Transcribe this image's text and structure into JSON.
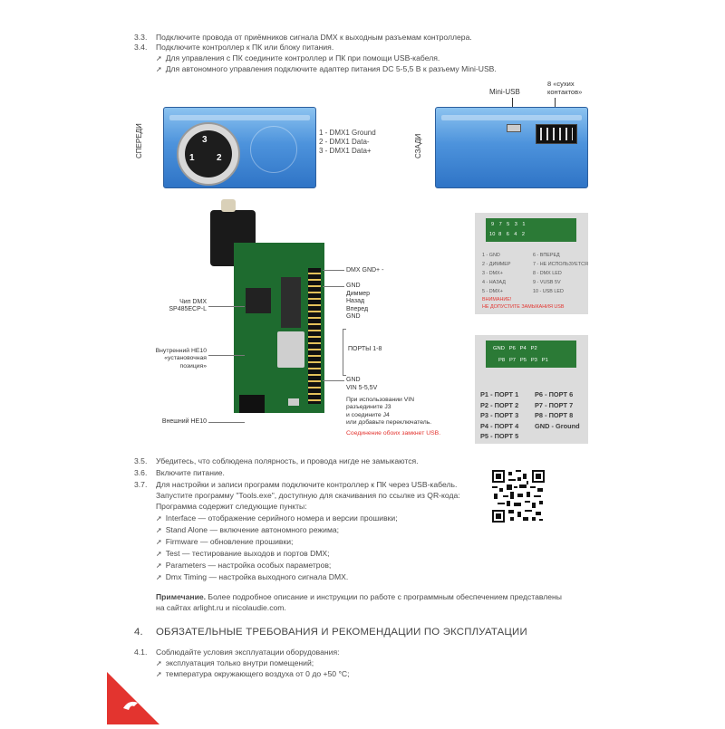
{
  "steps_top": [
    {
      "num": "3.3.",
      "text": "Подключите провода от приёмников сигнала DMX к выходным разъемам контроллера."
    },
    {
      "num": "3.4.",
      "text": "Подключите контроллер к ПК или блоку питания."
    }
  ],
  "bullets_top": [
    "Для управления с ПК соедините контроллер и ПК при помощи USB-кабеля.",
    "Для автономного управления подключите адаптер питания DC 5-5,5 В к разъему Mini-USB."
  ],
  "front": {
    "side_label": "СПЕРЕДИ",
    "pins": [
      "3",
      "1",
      "2"
    ],
    "legend": [
      "1 - DMX1 Ground",
      "2 - DMX1 Data-",
      "3 - DMX1 Data+"
    ]
  },
  "back": {
    "side_label": "СЗАДИ",
    "mini_usb_label": "Mini-USB",
    "dry_label_1": "8 «сухих",
    "dry_label_2": "контактов»"
  },
  "board_labels": {
    "left": [
      "Чип DMX",
      "SP485ECP-L",
      "Внутренний HE10",
      "«установочная",
      "позиция»",
      "Внешний HE10"
    ],
    "right": [
      "DMX GND+ -",
      "GND",
      "Диммер",
      "Назад",
      "Вперед",
      "GND",
      "ПОРТЫ 1-8",
      "GND",
      "VIN 5-5,5V"
    ],
    "note": [
      "При использовании VIN",
      "разъедините J3",
      "и соедините J4",
      "или добавьте переключатель."
    ],
    "warning": "Соединение обоих замкнет USB."
  },
  "connector_top": {
    "top_row": [
      "9",
      "7",
      "5",
      "3",
      "1"
    ],
    "bottom_row": [
      "10",
      "8",
      "6",
      "4",
      "2"
    ],
    "legend_left": [
      "1 - GND",
      "2 - ДИММЕР",
      "3 - DMX+",
      "4 - НАЗАД",
      "5 - DMX+"
    ],
    "legend_right": [
      "6 - ВПЕРЕД",
      "7 - НЕ ИСПОЛЬЗУЕТСЯ",
      "8 - DMX LED",
      "9 - VUSB 5V",
      "10 - USB LED"
    ],
    "warning_1": "ВНИМАНИЕ!",
    "warning_2": "НЕ ДОПУСТИТЕ ЗАМЫКАНИЯ USB"
  },
  "connector_bottom": {
    "top_row": [
      "GND",
      "P6",
      "P4",
      "P2",
      ""
    ],
    "bottom_row": [
      "P8",
      "P7",
      "P5",
      "P3",
      "P1"
    ],
    "legend_left": [
      "P1 - ПОРТ 1",
      "P2 - ПОРТ 2",
      "P3 - ПОРТ 3",
      "P4 - ПОРТ 4",
      "P5 - ПОРТ 5"
    ],
    "legend_right": [
      "P6 - ПОРТ 6",
      "P7 - ПОРТ 7",
      "P8 - ПОРТ 8",
      "GND - Ground"
    ]
  },
  "steps_mid": [
    {
      "num": "3.5.",
      "text": "Убедитесь, что соблюдена полярность, и провода нигде не замыкаются."
    },
    {
      "num": "3.6.",
      "text": "Включите питание."
    },
    {
      "num": "3.7.",
      "text": "Для настройки и записи программ подключите контроллер к ПК через USB-кабель."
    }
  ],
  "step37_cont": [
    "Запустите программу \"Tools.exe\", доступную для скачивания по ссылке из QR-кода:",
    "Программа содержит следующие пункты:"
  ],
  "program_items": [
    "Interface — отображение серийного номера и версии прошивки;",
    "Stand Alone — включение автономного режима;",
    "Firmware — обновление прошивки;",
    "Test — тестирование выходов и портов DMX;",
    "Parameters — настройка особых параметров;",
    "Dmx Timing — настройка выходного сигнала DMX."
  ],
  "note": {
    "label": "Примечание.",
    "line1": " Более подробное описание и инструкции по работе с программным обеспечением представлены",
    "line2": "на сайтах arlight.ru и nicolaudie.com."
  },
  "section4": {
    "num": "4.",
    "title": "ОБЯЗАТЕЛЬНЫЕ ТРЕБОВАНИЯ И РЕКОМЕНДАЦИИ ПО ЭКСПЛУАТАЦИИ"
  },
  "step41": {
    "num": "4.1.",
    "text": "Соблюдайте условия эксплуатации оборудования:"
  },
  "bullets_41": [
    "эксплуатация только внутри помещений;",
    "температура окружающего воздуха от 0 до +50 °C;"
  ],
  "colors": {
    "accent": "#e3342f",
    "device_blue": "#3f86d6",
    "pcb_green": "#1e6b2f"
  }
}
